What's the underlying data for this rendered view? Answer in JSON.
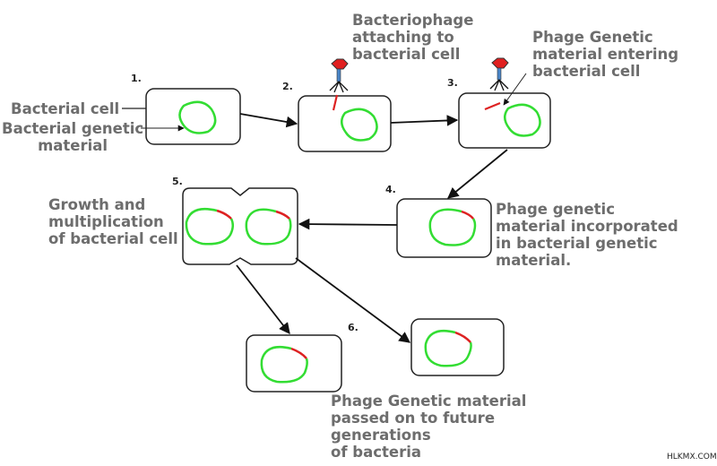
{
  "steps": [
    "1.",
    "2.",
    "3.",
    "4.",
    "5.",
    "6."
  ],
  "labels": {
    "bacterial_cell": "Bacterial cell",
    "bacterial_genetic_material": "Bacterial genetic\nmaterial",
    "attaching": "Bacteriophage\nattaching to\nbacterial cell",
    "entering": "Phage Genetic\nmaterial entering\nbacterial cell",
    "incorporated": "Phage genetic\nmaterial incorporated\nin bacterial genetic\nmaterial.",
    "growth": "Growth and\nmultiplication\nof bacterial cell",
    "passed_on": "Phage Genetic material\npassed on to future\ngenerations\nof bacteria"
  },
  "watermark": "HLKMX.COM",
  "colors": {
    "label_text": "#6d6d6d",
    "cell_outline": "#222222",
    "bacterial_dna": "#33dd33",
    "phage_dna": "#dd2222",
    "phage_head": "#e02020",
    "phage_tail": "#4a86c8"
  }
}
